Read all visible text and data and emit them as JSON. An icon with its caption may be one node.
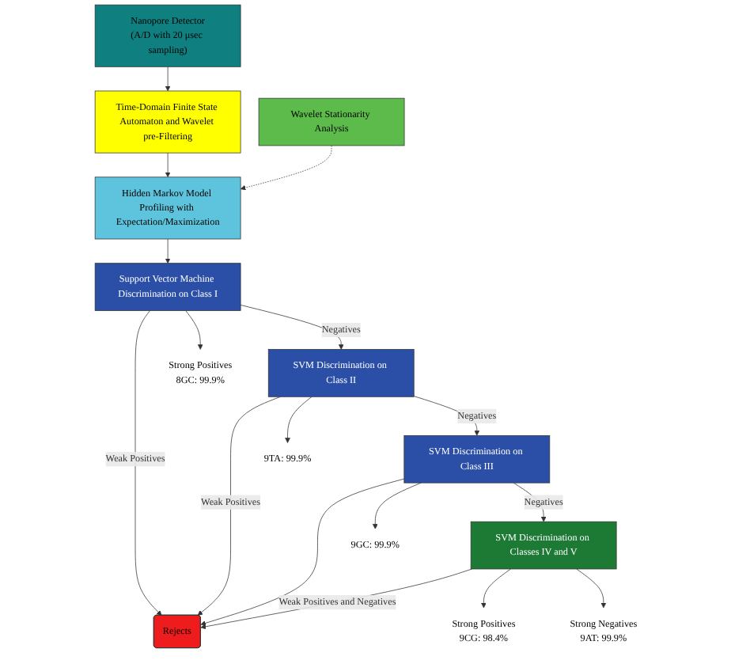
{
  "diagram": {
    "nodes": [
      {
        "text": [
          "Nanopore Detector",
          "(A/D with 20 μsec sampling)"
        ]
      },
      {
        "text": [
          "Time-Domain Finite State Automaton and Wavelet pre-Filtering"
        ]
      },
      {
        "text": [
          "Hidden Markov Model Profiling with Expectation/Maximization"
        ]
      },
      {
        "text": [
          "Wavelet Stationarity Analysis"
        ]
      },
      {
        "text": [
          "Support Vector Machine Discrimination on Class I"
        ]
      },
      {
        "text": [
          "Rejects"
        ]
      },
      {
        "text": [
          "Strong Positives",
          "8GC: 99.9%"
        ]
      },
      {
        "text": [
          "SVM Discrimination on Class II"
        ]
      },
      {
        "text": [
          "9TA: 99.9%"
        ]
      },
      {
        "text": [
          "SVM Discrimination on Class III"
        ]
      },
      {
        "text": [
          "9GC: 99.9%"
        ]
      },
      {
        "text": [
          "SVM Discrimination on Classes IV and V"
        ]
      },
      {
        "text": [
          "Strong Positives",
          "9CG: 98.4%"
        ]
      },
      {
        "text": [
          "Strong Negatives",
          "9AT: 99.9%"
        ]
      }
    ],
    "edges": [
      {
        "from": 0,
        "to": 1,
        "arrow": "to"
      },
      {
        "from": 1,
        "to": 2,
        "arrow": "to"
      },
      {
        "from": 3,
        "to": 2,
        "arrow": "to",
        "style": "dashed"
      },
      {
        "from": 2,
        "to": 4,
        "arrow": "to"
      },
      {
        "from": 4,
        "to": 5,
        "arrow": "to",
        "label": "Weak Positives"
      },
      {
        "from": 4,
        "to": 6,
        "arrow": "to"
      },
      {
        "from": 4,
        "to": 7,
        "arrow": "to",
        "label": "Negatives"
      },
      {
        "from": 7,
        "to": 5,
        "arrow": "to",
        "label": "Weak Positives"
      },
      {
        "from": 7,
        "to": 8,
        "arrow": "to"
      },
      {
        "from": 7,
        "to": 9,
        "arrow": "to",
        "label": "Negatives"
      },
      {
        "from": 9,
        "to": 5,
        "arrow": "to"
      },
      {
        "from": 9,
        "to": 10,
        "arrow": "to"
      },
      {
        "from": 9,
        "to": 11,
        "arrow": "to",
        "label": "Negatives"
      },
      {
        "from": 11,
        "to": 5,
        "arrow": "to",
        "label": "Weak Positives and Negatives"
      },
      {
        "from": 11,
        "to": 12,
        "arrow": "to"
      },
      {
        "from": 11,
        "to": 13,
        "arrow": "to"
      }
    ]
  }
}
